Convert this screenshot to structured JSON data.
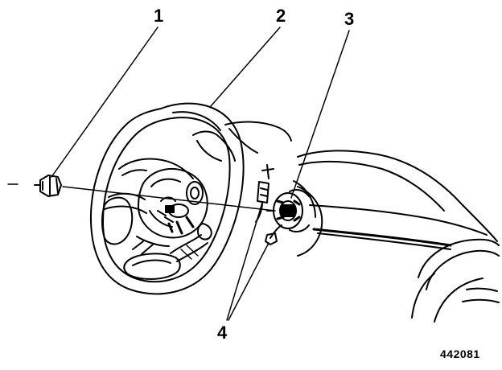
{
  "callouts": {
    "one": "1",
    "two": "2",
    "three": "3",
    "four": "4"
  },
  "figure_id": "442081",
  "colors": {
    "ink": "#000000",
    "paper": "#ffffff"
  }
}
